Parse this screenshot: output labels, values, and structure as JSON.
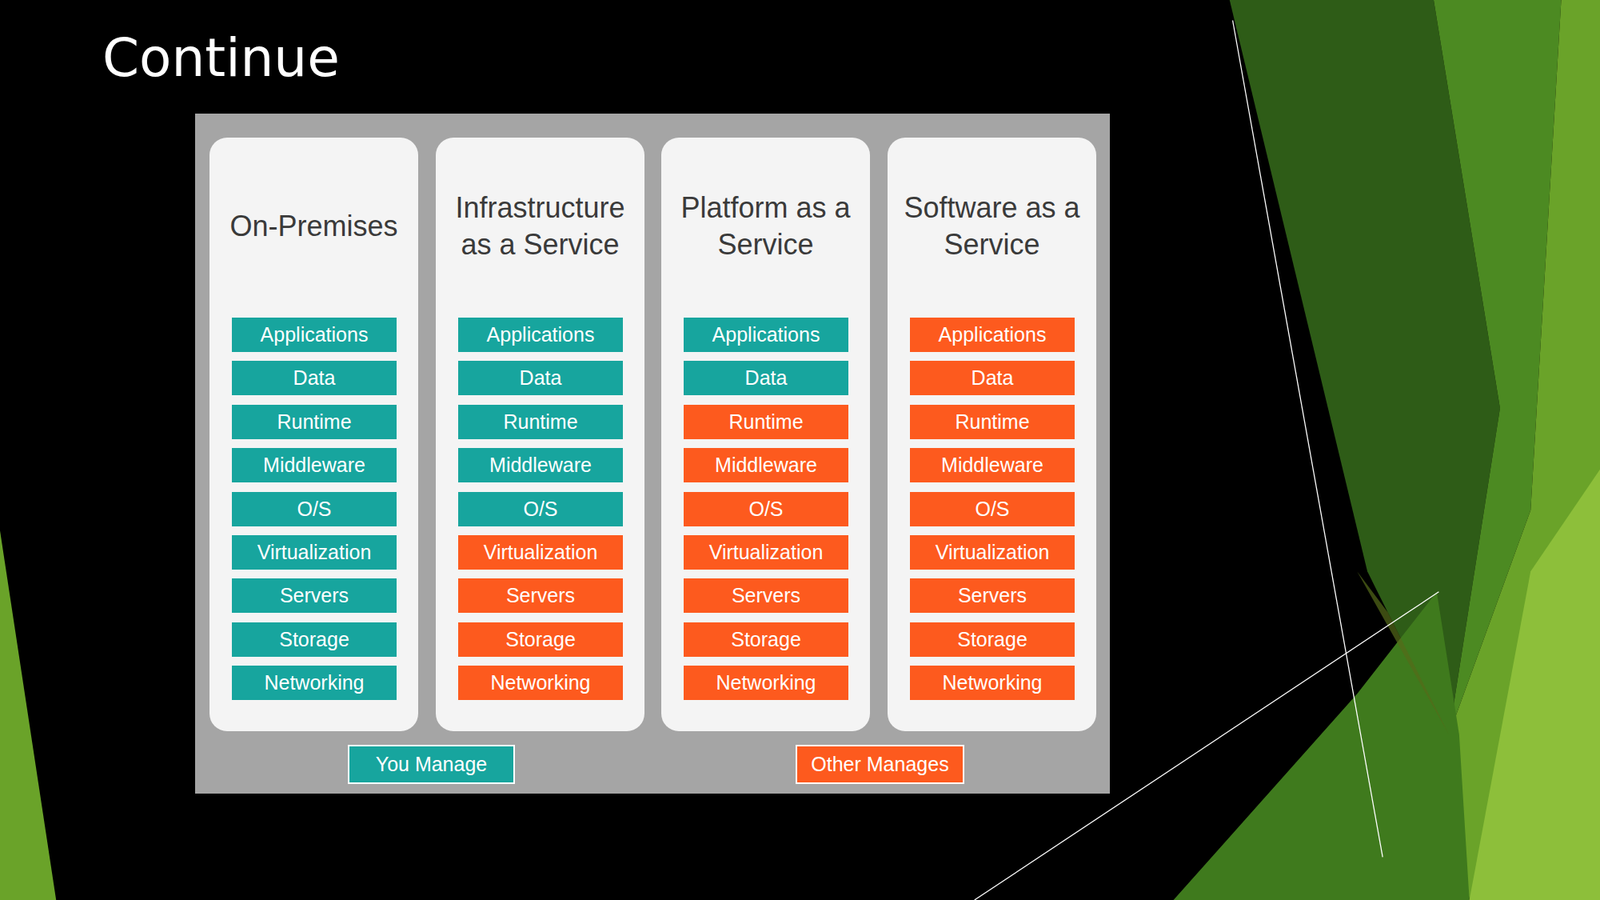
{
  "diagram": {
    "title": "Continue",
    "nodes": [
      {
        "text": [
          "On-Premises"
        ]
      },
      {
        "text": [
          "Applications"
        ],
        "in": 0
      },
      {
        "text": [
          "Data"
        ],
        "in": 0
      },
      {
        "text": [
          "Runtime"
        ],
        "in": 0
      },
      {
        "text": [
          "Middleware"
        ],
        "in": 0
      },
      {
        "text": [
          "O/S"
        ],
        "in": 0
      },
      {
        "text": [
          "Virtualization"
        ],
        "in": 0
      },
      {
        "text": [
          "Servers"
        ],
        "in": 0
      },
      {
        "text": [
          "Storage"
        ],
        "in": 0
      },
      {
        "text": [
          "Networking"
        ],
        "in": 0
      },
      {
        "text": [
          "Infrastructure as a Service"
        ]
      },
      {
        "text": [
          "Applications"
        ],
        "in": 10
      },
      {
        "text": [
          "Data"
        ],
        "in": 10
      },
      {
        "text": [
          "Runtime"
        ],
        "in": 10
      },
      {
        "text": [
          "Middleware"
        ],
        "in": 10
      },
      {
        "text": [
          "O/S"
        ],
        "in": 10
      },
      {
        "text": [
          "Virtualization"
        ],
        "in": 10
      },
      {
        "text": [
          "Servers"
        ],
        "in": 10
      },
      {
        "text": [
          "Storage"
        ],
        "in": 10
      },
      {
        "text": [
          "Networking"
        ],
        "in": 10
      },
      {
        "text": [
          "Platform as a Service"
        ]
      },
      {
        "text": [
          "Applications"
        ],
        "in": 20
      },
      {
        "text": [
          "Data"
        ],
        "in": 20
      },
      {
        "text": [
          "Runtime"
        ],
        "in": 20
      },
      {
        "text": [
          "Middleware"
        ],
        "in": 20
      },
      {
        "text": [
          "O/S"
        ],
        "in": 20
      },
      {
        "text": [
          "Virtualization"
        ],
        "in": 20
      },
      {
        "text": [
          "Servers"
        ],
        "in": 20
      },
      {
        "text": [
          "Storage"
        ],
        "in": 20
      },
      {
        "text": [
          "Networking"
        ],
        "in": 20
      },
      {
        "text": [
          "Software as a Service"
        ]
      },
      {
        "text": [
          "Applications"
        ],
        "in": 30
      },
      {
        "text": [
          "Data"
        ],
        "in": 30
      },
      {
        "text": [
          "Runtime"
        ],
        "in": 30
      },
      {
        "text": [
          "Middleware"
        ],
        "in": 30
      },
      {
        "text": [
          "O/S"
        ],
        "in": 30
      },
      {
        "text": [
          "Virtualization"
        ],
        "in": 30
      },
      {
        "text": [
          "Servers"
        ],
        "in": 30
      },
      {
        "text": [
          "Storage"
        ],
        "in": 30
      },
      {
        "text": [
          "Networking"
        ],
        "in": 30
      }
    ],
    "legend": [
      {
        "text": "You Manage",
        "color": "#17a59e"
      },
      {
        "text": "Other Manages",
        "color": "#fd5a1e"
      }
    ]
  }
}
